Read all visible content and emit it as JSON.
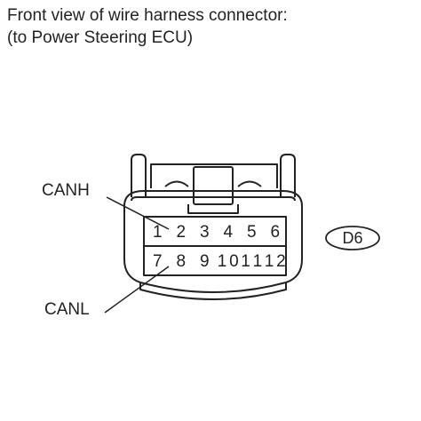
{
  "title": {
    "line1": "Front view of wire harness connector:",
    "line2": "(to Power Steering ECU)"
  },
  "labels": {
    "canh": "CANH",
    "canl": "CANL"
  },
  "connector": {
    "id": "D6",
    "terminals": [
      [
        "1",
        "2",
        "3",
        "4",
        "5",
        "6"
      ],
      [
        "7",
        "8",
        "9",
        "10",
        "11",
        "12"
      ]
    ]
  }
}
